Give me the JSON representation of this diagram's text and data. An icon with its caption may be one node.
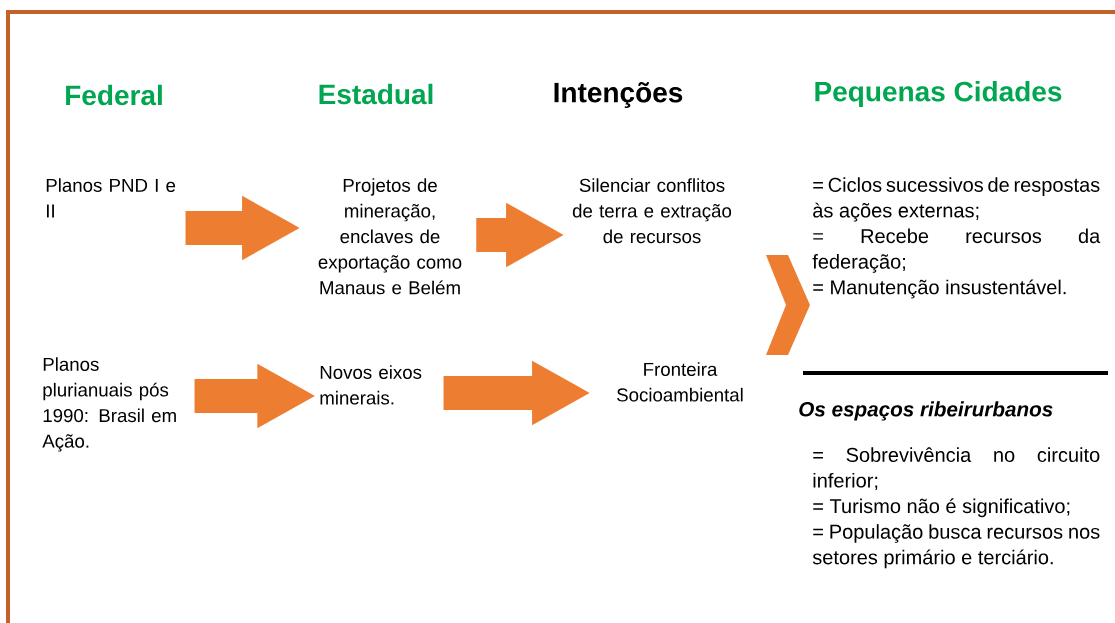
{
  "diagram": {
    "nodes": [
      {
        "text": [
          "Planos PND I e II"
        ]
      },
      {
        "text": [
          "Projetos de mineração, enclaves de exportação como Manaus e Belém"
        ]
      },
      {
        "text": [
          "Silenciar conflitos de terra e extração de recursos"
        ]
      },
      {
        "text": [
          "Planos plurianuais pós 1990: Brasil em Ação."
        ]
      },
      {
        "text": [
          "Novos eixos minerais."
        ]
      },
      {
        "text": [
          "Fronteira Socioambiental"
        ]
      },
      {
        "text": [
          "= Ciclos sucessivos de respostas às ações externas;",
          "= Recebe recursos da federação;",
          "= Manutenção insustentável."
        ]
      }
    ],
    "edges": [
      {
        "from": 0,
        "to": 1,
        "arrow": "to"
      },
      {
        "from": 1,
        "to": 2,
        "arrow": "to"
      },
      {
        "from": 3,
        "to": 4,
        "arrow": "to"
      },
      {
        "from": 4,
        "to": 5,
        "arrow": "to"
      },
      {
        "from": null,
        "to": 6,
        "arrow": "to"
      }
    ],
    "labels": [
      "Federal",
      "Estadual",
      "Intenções",
      "Pequenas Cidades",
      "Os espaços ribeirurbanos",
      "= Sobrevivência no circuito inferior;",
      "= Turismo não é significativo;",
      "= População busca recursos nos setores primário e terciário."
    ]
  }
}
